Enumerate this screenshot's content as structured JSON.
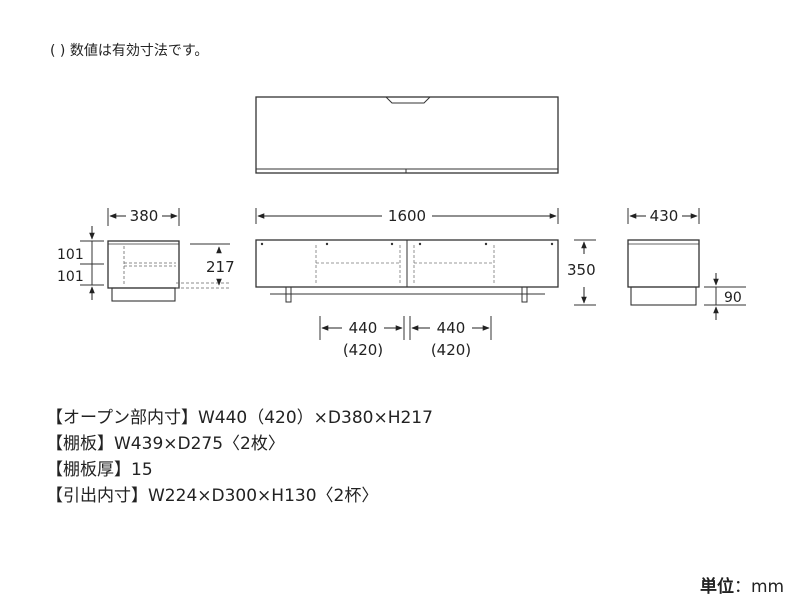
{
  "note": "( ) 数値は有効寸法です。",
  "dimensions": {
    "side_depth": "380",
    "front_width": "1600",
    "right_depth": "430",
    "side_shelf_top": "101",
    "side_shelf_bottom": "101",
    "side_open_height": "217",
    "front_height": "350",
    "leg_height": "90",
    "opening_left": "440",
    "opening_left_effective": "(420)",
    "opening_right": "440",
    "opening_right_effective": "(420)"
  },
  "specs": [
    "【オープン部内寸】W440（420）×D380×H217",
    "【棚板】W439×D275〈2枚〉",
    "【棚板厚】15",
    "【引出内寸】W224×D300×H130〈2杯〉"
  ],
  "unit": {
    "label": "単位",
    "colon": "：",
    "value": "mm"
  }
}
